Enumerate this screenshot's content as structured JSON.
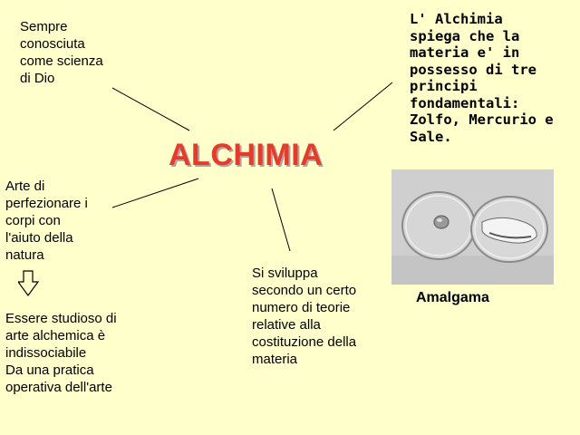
{
  "title": "ALCHIMIA",
  "colors": {
    "background": "#ffffcc",
    "title": "#e63a2a"
  },
  "notes": {
    "god": "Sempre\nconosciuta\ncome scienza\ndi Dio",
    "principles": "L' Alchimia\nspiega che la\nmateria e' in\npossesso di tre\nprincipi\nfondamentali:\nZolfo, Mercurio e\nSale.",
    "art": "Arte di\nperfezionare i\ncorpi con\nl'aiuto della\nnatura",
    "theories": "Si sviluppa\nsecondo un certo\nnumero di teorie\nrelative alla\ncostituzione della\nmateria",
    "scholar": "Essere studioso di\narte alchemica è\nindissociabile\nDa una pratica\noperativa dell'arte"
  },
  "image": {
    "caption": "Amalgama",
    "subject": "two petri dishes with amalgam"
  },
  "icons": {
    "arrow": "down-arrow-outline-icon"
  }
}
